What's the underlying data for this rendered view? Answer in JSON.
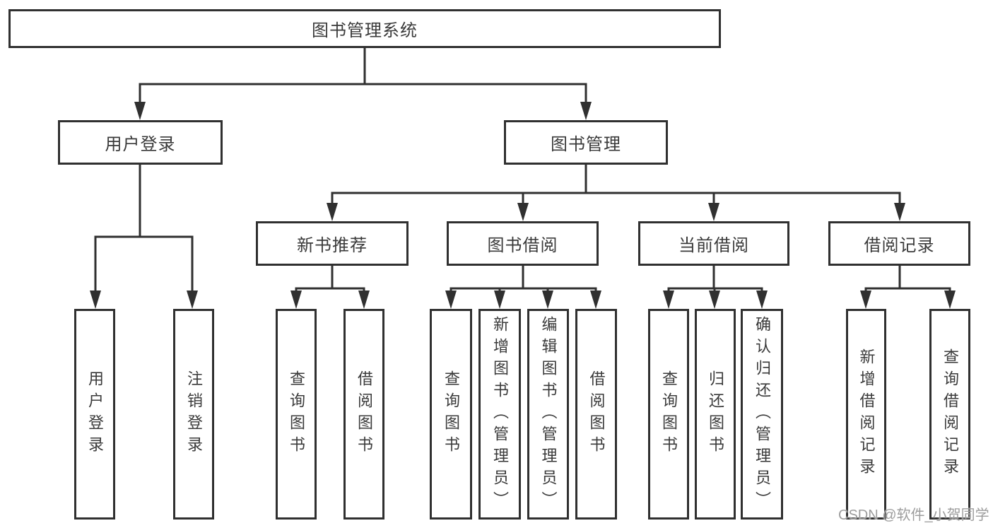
{
  "colors": {
    "line": "#303030",
    "box_border": "#303030",
    "text": "#3a3a3a",
    "watermark": "#9d9d9d",
    "background": "#ffffff"
  },
  "tree": {
    "root": "图书管理系统",
    "user_login": {
      "label": "用户登录",
      "children": [
        "用户登录",
        "注销登录"
      ]
    },
    "book_mgmt": {
      "label": "图书管理",
      "sections": {
        "new_book": {
          "label": "新书推荐",
          "children": [
            "查询图书",
            "借阅图书"
          ]
        },
        "borrow": {
          "label": "图书借阅",
          "children": [
            "查询图书",
            "新增图书（管理员）",
            "编辑图书（管理员）",
            "借阅图书"
          ]
        },
        "current": {
          "label": "当前借阅",
          "children": [
            "查询图书",
            "归还图书",
            "确认归还（管理员）"
          ]
        },
        "records": {
          "label": "借阅记录",
          "children": [
            "新增借阅记录",
            "查询借阅记录"
          ]
        }
      }
    }
  },
  "watermark": "CSDN @软件_小贺同学"
}
